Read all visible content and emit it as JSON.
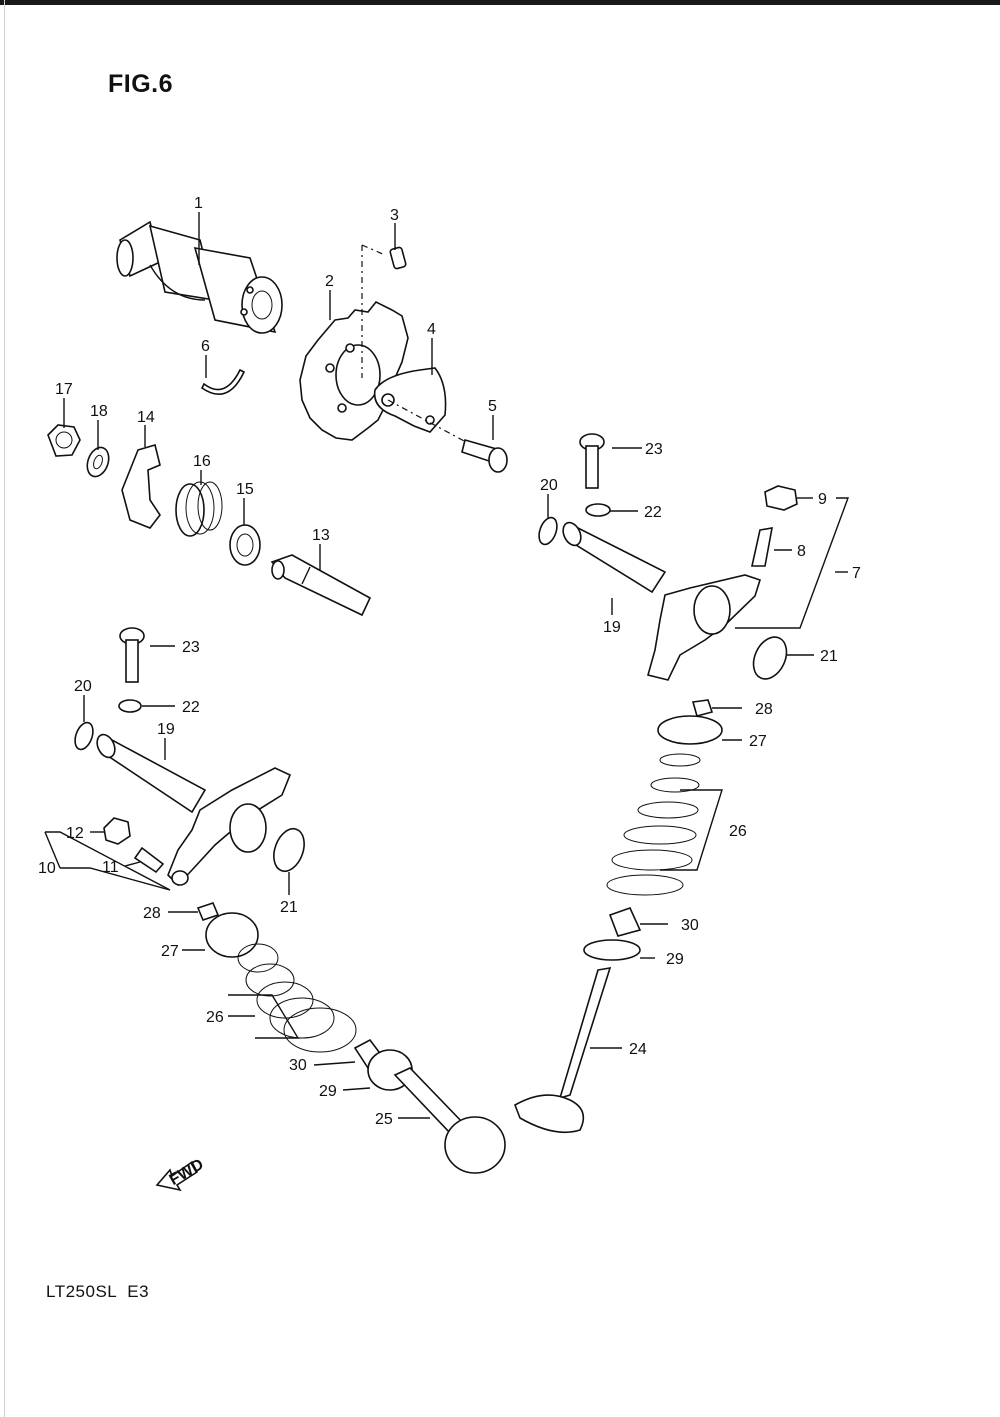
{
  "figure": {
    "title": "FIG.6",
    "model": "LT250SL",
    "region": "E3"
  },
  "fwd_label": "FWD",
  "callouts": [
    "1",
    "2",
    "3",
    "4",
    "5",
    "6",
    "7",
    "8",
    "9",
    "10",
    "11",
    "12",
    "13",
    "14",
    "15",
    "16",
    "17",
    "18",
    "19",
    "19",
    "20",
    "20",
    "21",
    "21",
    "22",
    "22",
    "23",
    "23",
    "24",
    "25",
    "26",
    "26",
    "27",
    "27",
    "28",
    "28",
    "29",
    "29",
    "30",
    "30"
  ]
}
